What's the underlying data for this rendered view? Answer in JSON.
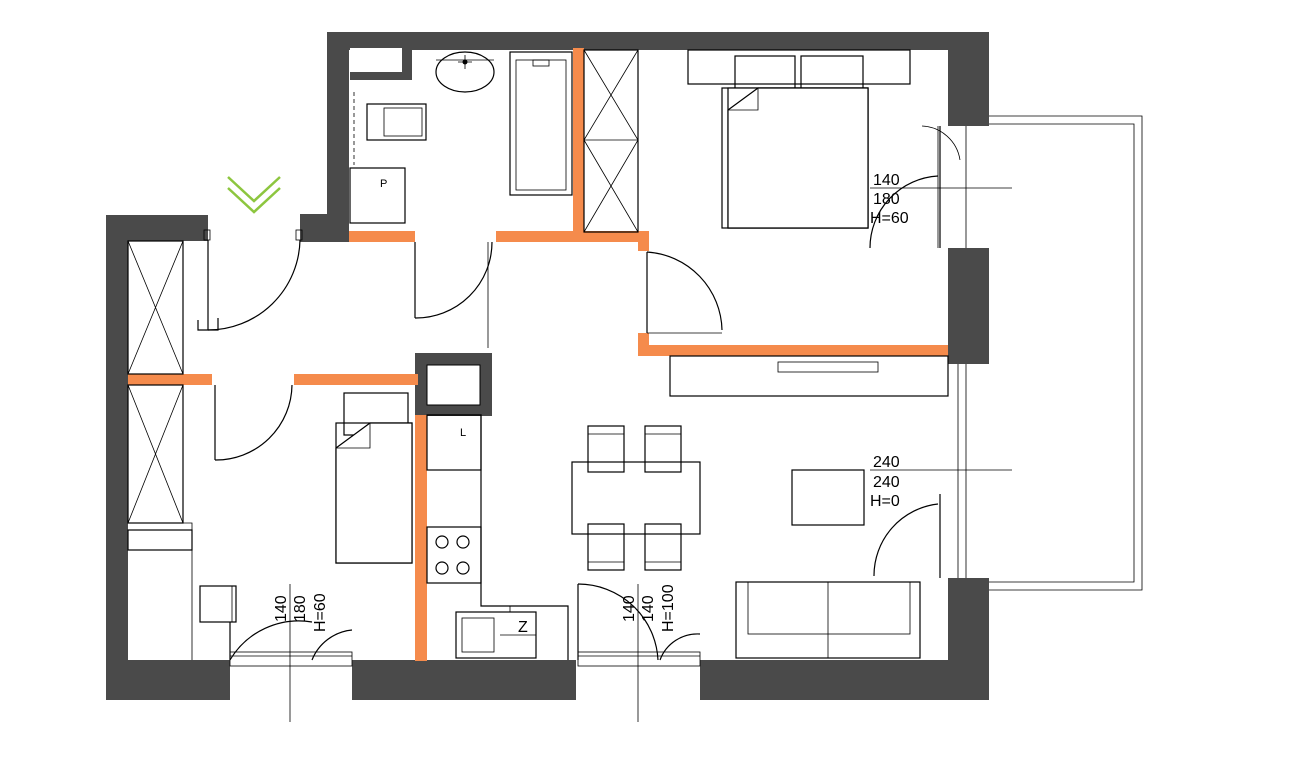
{
  "colors": {
    "wall": "#4a4a4a",
    "partition": "#f58b4c",
    "entrance_marker": "#8dc63f"
  },
  "windows": {
    "bedroom": {
      "w": "140",
      "h": "180",
      "sill": "H=60"
    },
    "living": {
      "w": "240",
      "h": "240",
      "sill": "H=0"
    },
    "room_left": {
      "w": "140",
      "h": "180",
      "sill": "H=60"
    },
    "kitchen": {
      "w": "140",
      "h": "140",
      "sill": "H=100"
    }
  },
  "appliances": {
    "laundry": "P",
    "fridge": "L",
    "dishwasher": "Z"
  },
  "icons": {
    "entrance": "entrance-arrow-icon"
  }
}
